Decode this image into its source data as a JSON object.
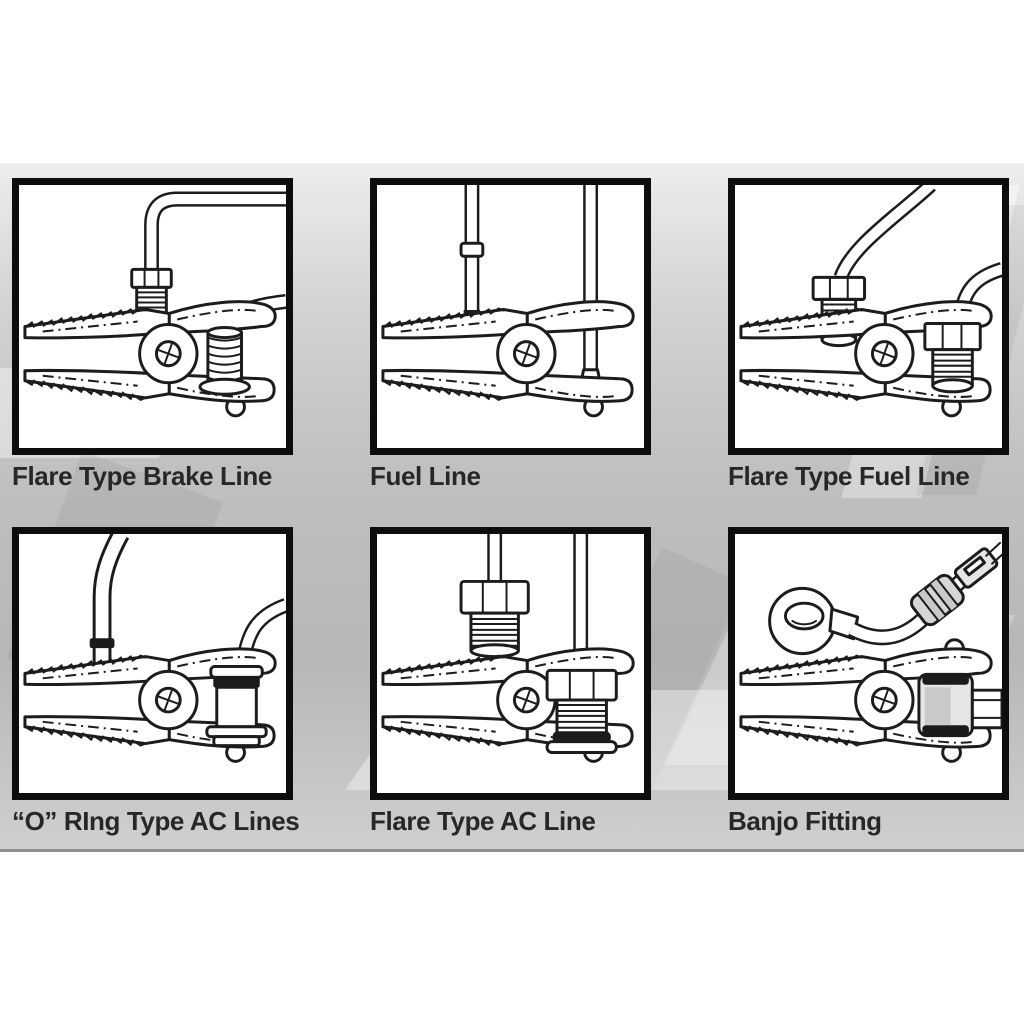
{
  "figure": {
    "background_color": "#ffffff",
    "band_colors": {
      "top": "#ededed",
      "middle": "#b7b7b7",
      "bottom": "#cfcfcf",
      "edge": "#8e8e8e"
    },
    "line_art_color": "#1c1c1c",
    "label_color": "#272727"
  },
  "panels": [
    {
      "label": "Flare Type Brake Line",
      "illustration": "spring clamp holding flare-type brake line fitting"
    },
    {
      "label": "Fuel Line",
      "illustration": "spring clamp holding fuel line tube"
    },
    {
      "label": "Flare Type Fuel Line",
      "illustration": "spring clamp holding flare-type fuel line nut"
    },
    {
      "label": "“O” RIng Type AC Lines",
      "illustration": "spring clamp holding o-ring type AC line fitting"
    },
    {
      "label": "Flare Type AC Line",
      "illustration": "spring clamp holding flare-type AC line nut"
    },
    {
      "label": "Banjo Fitting",
      "illustration": "spring clamp holding banjo fitting hose"
    }
  ]
}
